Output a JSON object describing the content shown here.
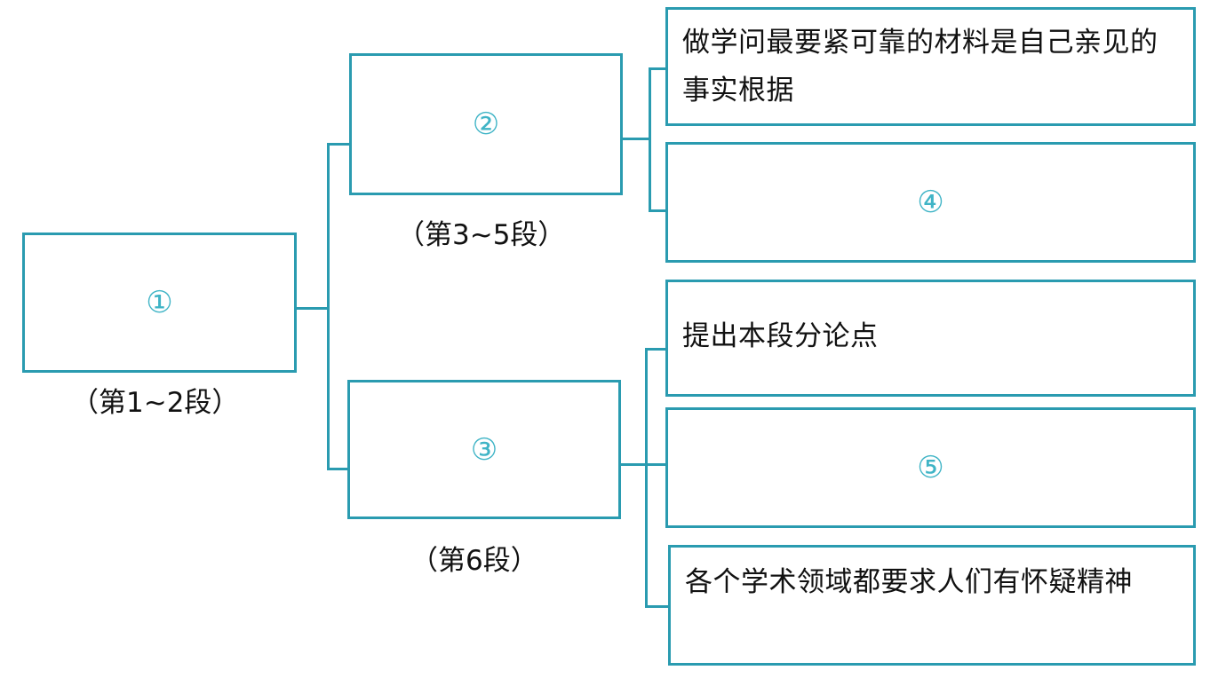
{
  "nodes": {
    "root": {
      "num": "①",
      "caption": "（第1~2段）"
    },
    "upper": {
      "num": "②",
      "caption": "（第3~5段）"
    },
    "lower": {
      "num": "③",
      "caption": "（第6段）"
    },
    "upper_items": [
      {
        "text": "做学问最要紧可靠的材料是自己亲见的事实根据"
      },
      {
        "num": "④"
      }
    ],
    "lower_items": [
      {
        "text": "提出本段分论点"
      },
      {
        "num": "⑤"
      },
      {
        "text": "各个学术领域都要求人们有怀疑精神"
      }
    ]
  },
  "colors": {
    "frame": "#2a9bb0",
    "blank_number": "#3fb4c6",
    "text": "#111111"
  }
}
